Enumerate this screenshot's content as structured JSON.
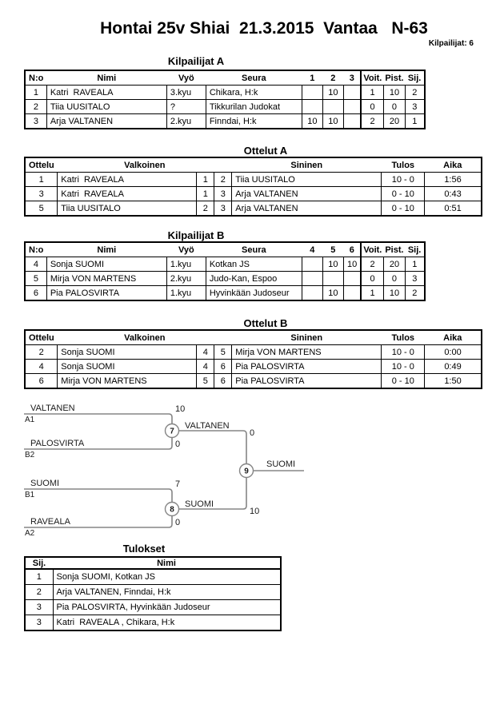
{
  "header": {
    "title": "Hontai 25v Shiai  21.3.2015  Vantaa   N-63",
    "competitors_note": "Kilpailijat: 6"
  },
  "pool_a": {
    "title": "Kilpailijat A",
    "columns": [
      "N:o",
      "Nimi",
      "Vyö",
      "Seura",
      "1",
      "2",
      "3",
      "Voit.",
      "Pist.",
      "Sij."
    ],
    "rows": [
      {
        "no": "1",
        "nimi": "Katri  RAVEALA",
        "vyo": "3.kyu",
        "seura": "Chikara, H:k",
        "r1": "",
        "r2": "10",
        "r3": "",
        "voit": "1",
        "pist": "10",
        "sij": "2"
      },
      {
        "no": "2",
        "nimi": "Tiia UUSITALO",
        "vyo": "?",
        "seura": "Tikkurilan Judokat",
        "r1": "",
        "r2": "",
        "r3": "",
        "voit": "0",
        "pist": "0",
        "sij": "3"
      },
      {
        "no": "3",
        "nimi": "Arja VALTANEN",
        "vyo": "2.kyu",
        "seura": "Finndai, H:k",
        "r1": "10",
        "r2": "10",
        "r3": "",
        "voit": "2",
        "pist": "20",
        "sij": "1"
      }
    ]
  },
  "matches_a": {
    "title": "Ottelut A",
    "columns": [
      "Ottelu",
      "Valkoinen",
      "Sininen",
      "Tulos",
      "Aika"
    ],
    "rows": [
      {
        "ottelu": "1",
        "valkoinen": "Katri  RAVEALA",
        "wno": "1",
        "bno": "2",
        "sininen": "Tiia UUSITALO",
        "tulos": "10 - 0",
        "aika": "1:56"
      },
      {
        "ottelu": "3",
        "valkoinen": "Katri  RAVEALA",
        "wno": "1",
        "bno": "3",
        "sininen": "Arja VALTANEN",
        "tulos": "0 - 10",
        "aika": "0:43"
      },
      {
        "ottelu": "5",
        "valkoinen": "Tiia UUSITALO",
        "wno": "2",
        "bno": "3",
        "sininen": "Arja VALTANEN",
        "tulos": "0 - 10",
        "aika": "0:51"
      }
    ]
  },
  "pool_b": {
    "title": "Kilpailijat B",
    "columns": [
      "N:o",
      "Nimi",
      "Vyö",
      "Seura",
      "4",
      "5",
      "6",
      "Voit.",
      "Pist.",
      "Sij."
    ],
    "rows": [
      {
        "no": "4",
        "nimi": "Sonja SUOMI",
        "vyo": "1.kyu",
        "seura": "Kotkan JS",
        "r1": "",
        "r2": "10",
        "r3": "10",
        "voit": "2",
        "pist": "20",
        "sij": "1"
      },
      {
        "no": "5",
        "nimi": "Mirja VON MARTENS",
        "vyo": "2.kyu",
        "seura": "Judo-Kan, Espoo",
        "r1": "",
        "r2": "",
        "r3": "",
        "voit": "0",
        "pist": "0",
        "sij": "3"
      },
      {
        "no": "6",
        "nimi": "Pia PALOSVIRTA",
        "vyo": "1.kyu",
        "seura": "Hyvinkään Judoseur",
        "r1": "",
        "r2": "10",
        "r3": "",
        "voit": "1",
        "pist": "10",
        "sij": "2"
      }
    ]
  },
  "matches_b": {
    "title": "Ottelut B",
    "columns": [
      "Ottelu",
      "Valkoinen",
      "Sininen",
      "Tulos",
      "Aika"
    ],
    "rows": [
      {
        "ottelu": "2",
        "valkoinen": "Sonja SUOMI",
        "wno": "4",
        "bno": "5",
        "sininen": "Mirja VON MARTENS",
        "tulos": "10 - 0",
        "aika": "0:00"
      },
      {
        "ottelu": "4",
        "valkoinen": "Sonja SUOMI",
        "wno": "4",
        "bno": "6",
        "sininen": "Pia PALOSVIRTA",
        "tulos": "10 - 0",
        "aika": "0:49"
      },
      {
        "ottelu": "6",
        "valkoinen": "Mirja VON MARTENS",
        "wno": "5",
        "bno": "6",
        "sininen": "Pia PALOSVIRTA",
        "tulos": "0 - 10",
        "aika": "1:50"
      }
    ]
  },
  "bracket": {
    "line_color": "#858585",
    "m7": {
      "number": "7",
      "top_name": "VALTANEN",
      "top_seed": "A1",
      "top_score": "10",
      "bottom_name": "PALOSVIRTA",
      "bottom_seed": "B2",
      "bottom_score": "0",
      "winner_name": "VALTANEN",
      "winner_score": "0"
    },
    "m8": {
      "number": "8",
      "top_name": "SUOMI",
      "top_seed": "B1",
      "top_score": "7",
      "bottom_name": "RAVEALA",
      "bottom_seed": "A2",
      "bottom_score": "0",
      "winner_name": "SUOMI",
      "winner_score": "10"
    },
    "m9": {
      "number": "9",
      "winner_name": "SUOMI"
    }
  },
  "results": {
    "title": "Tulokset",
    "columns": [
      "Sij.",
      "Nimi"
    ],
    "rows": [
      {
        "sij": "1",
        "nimi": "Sonja SUOMI, Kotkan JS"
      },
      {
        "sij": "2",
        "nimi": "Arja VALTANEN, Finndai, H:k"
      },
      {
        "sij": "3",
        "nimi": "Pia PALOSVIRTA, Hyvinkään Judoseur"
      },
      {
        "sij": "3",
        "nimi": "Katri  RAVEALA , Chikara, H:k"
      }
    ]
  }
}
